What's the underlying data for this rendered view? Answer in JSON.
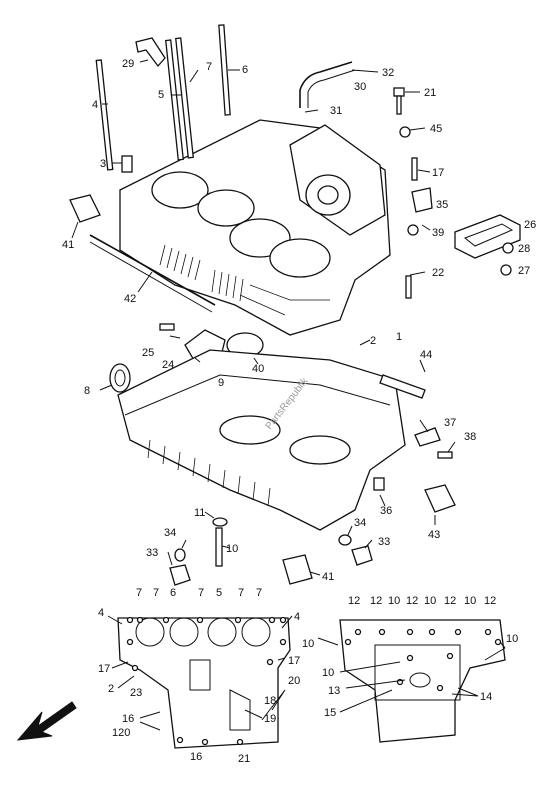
{
  "diagram": {
    "watermark": "PartsRepublik",
    "callouts": [
      {
        "id": "c29",
        "text": "29"
      },
      {
        "id": "c7a",
        "text": "7"
      },
      {
        "id": "c6a",
        "text": "6"
      },
      {
        "id": "c5a",
        "text": "5"
      },
      {
        "id": "c4a",
        "text": "4"
      },
      {
        "id": "c3",
        "text": "3"
      },
      {
        "id": "c41a",
        "text": "41"
      },
      {
        "id": "c42",
        "text": "42"
      },
      {
        "id": "c32",
        "text": "32"
      },
      {
        "id": "c30",
        "text": "30"
      },
      {
        "id": "c21a",
        "text": "21"
      },
      {
        "id": "c31",
        "text": "31"
      },
      {
        "id": "c45",
        "text": "45"
      },
      {
        "id": "c17a",
        "text": "17"
      },
      {
        "id": "c35",
        "text": "35"
      },
      {
        "id": "c39",
        "text": "39"
      },
      {
        "id": "c26",
        "text": "26"
      },
      {
        "id": "c28",
        "text": "28"
      },
      {
        "id": "c27",
        "text": "27"
      },
      {
        "id": "c22",
        "text": "22"
      },
      {
        "id": "c1",
        "text": "1"
      },
      {
        "id": "c2a",
        "text": "2"
      },
      {
        "id": "c25",
        "text": "25"
      },
      {
        "id": "c24",
        "text": "24"
      },
      {
        "id": "c40",
        "text": "40"
      },
      {
        "id": "c44",
        "text": "44"
      },
      {
        "id": "c8",
        "text": "8"
      },
      {
        "id": "c9",
        "text": "9"
      },
      {
        "id": "c37",
        "text": "37"
      },
      {
        "id": "c38",
        "text": "38"
      },
      {
        "id": "c36",
        "text": "36"
      },
      {
        "id": "c43",
        "text": "43"
      },
      {
        "id": "c11",
        "text": "11"
      },
      {
        "id": "c10a",
        "text": "10"
      },
      {
        "id": "c34a",
        "text": "34"
      },
      {
        "id": "c33a",
        "text": "33"
      },
      {
        "id": "c34b",
        "text": "34"
      },
      {
        "id": "c33b",
        "text": "33"
      },
      {
        "id": "c41b",
        "text": "41"
      },
      {
        "id": "b7a",
        "text": "7"
      },
      {
        "id": "b7b",
        "text": "7"
      },
      {
        "id": "b6",
        "text": "6"
      },
      {
        "id": "b7c",
        "text": "7"
      },
      {
        "id": "b5",
        "text": "5"
      },
      {
        "id": "b7d",
        "text": "7"
      },
      {
        "id": "b7e",
        "text": "7"
      },
      {
        "id": "b4a",
        "text": "4"
      },
      {
        "id": "b4b",
        "text": "4"
      },
      {
        "id": "b17a",
        "text": "17"
      },
      {
        "id": "b17b",
        "text": "17"
      },
      {
        "id": "b2",
        "text": "2"
      },
      {
        "id": "b23",
        "text": "23"
      },
      {
        "id": "b20",
        "text": "20"
      },
      {
        "id": "b16a",
        "text": "16"
      },
      {
        "id": "b18",
        "text": "18"
      },
      {
        "id": "b19",
        "text": "19"
      },
      {
        "id": "b120",
        "text": "120"
      },
      {
        "id": "b16b",
        "text": "16"
      },
      {
        "id": "b21",
        "text": "21"
      },
      {
        "id": "r12a",
        "text": "12"
      },
      {
        "id": "r12b",
        "text": "12"
      },
      {
        "id": "r10a",
        "text": "10"
      },
      {
        "id": "r12c",
        "text": "12"
      },
      {
        "id": "r10b",
        "text": "10"
      },
      {
        "id": "r12d",
        "text": "12"
      },
      {
        "id": "r10c",
        "text": "10"
      },
      {
        "id": "r12e",
        "text": "12"
      },
      {
        "id": "r10d",
        "text": "10"
      },
      {
        "id": "r10e",
        "text": "10"
      },
      {
        "id": "r10f",
        "text": "10"
      },
      {
        "id": "r13",
        "text": "13"
      },
      {
        "id": "r15",
        "text": "15"
      },
      {
        "id": "r14",
        "text": "14"
      }
    ]
  }
}
